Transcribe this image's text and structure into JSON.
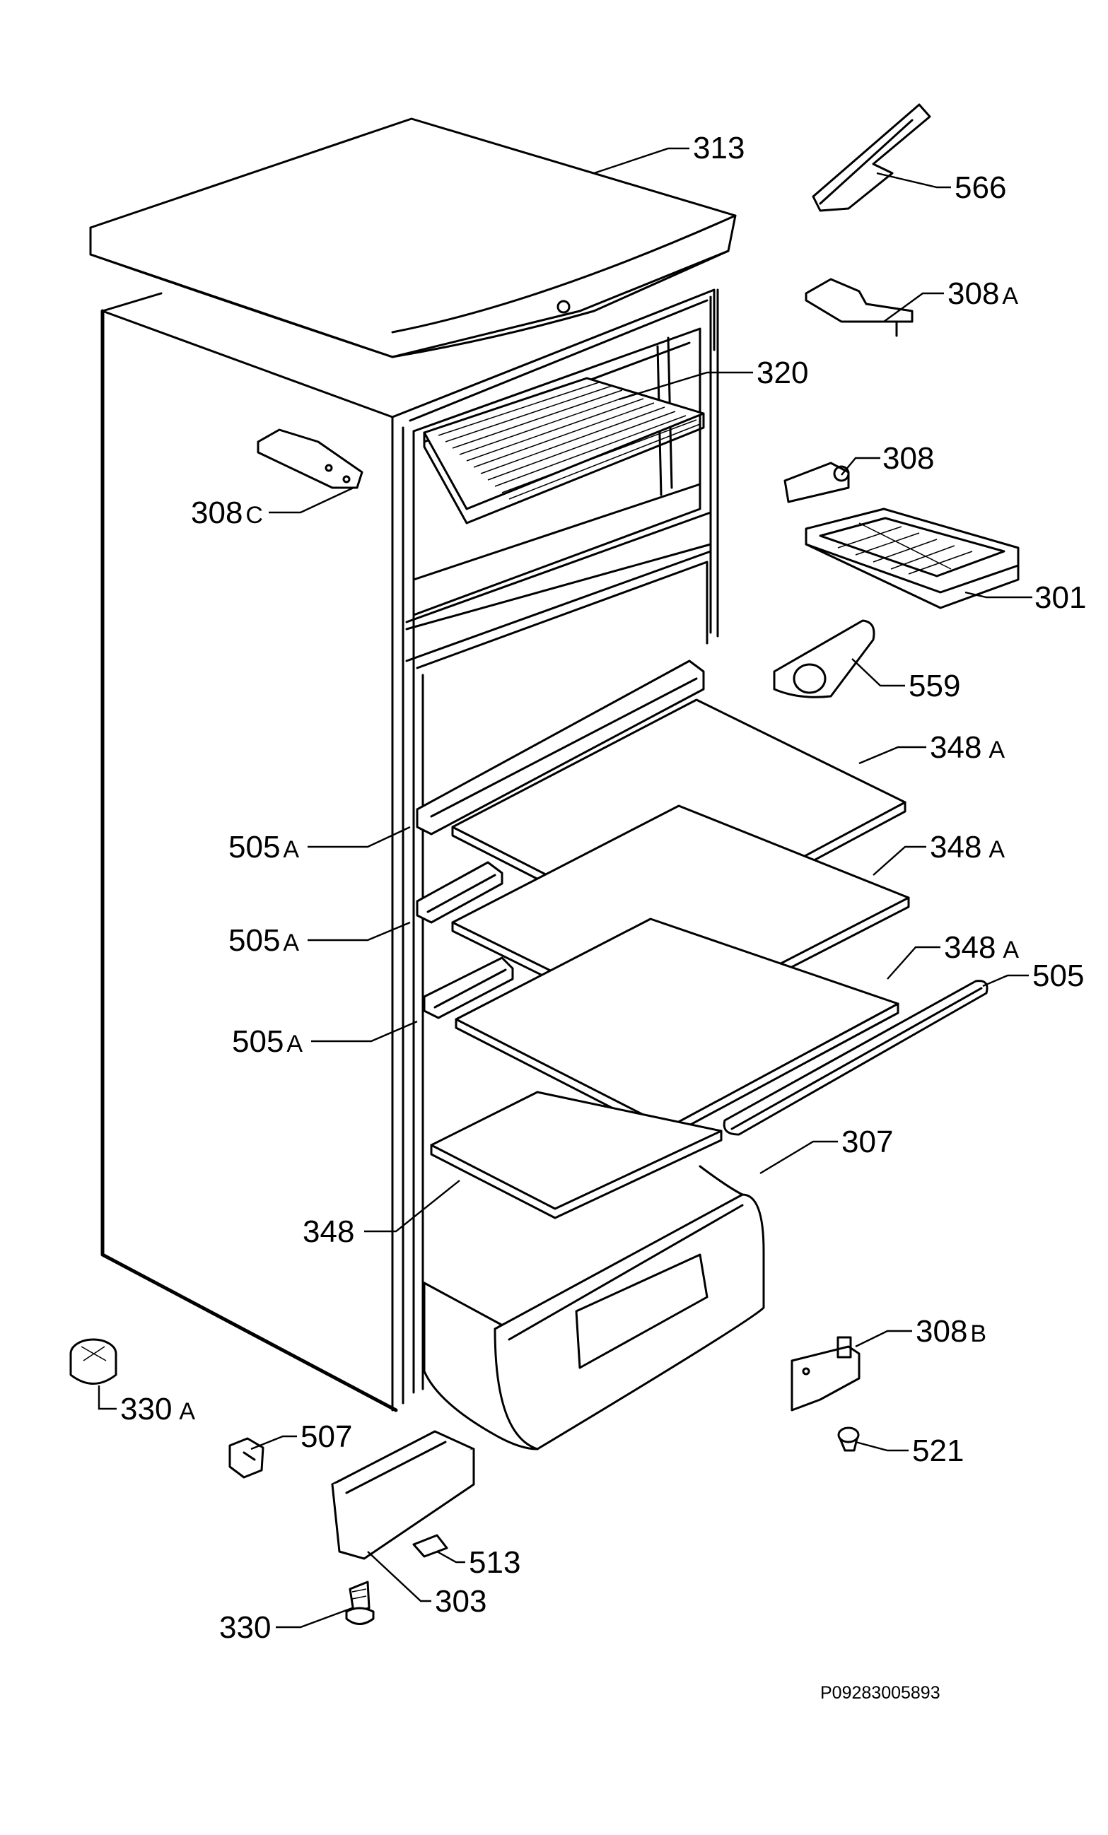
{
  "diagram": {
    "callouts": [
      {
        "id": "313",
        "text": "313",
        "suffix": ""
      },
      {
        "id": "566",
        "text": "566",
        "suffix": ""
      },
      {
        "id": "308A",
        "text": "308",
        "suffix": "A"
      },
      {
        "id": "320",
        "text": "320",
        "suffix": ""
      },
      {
        "id": "308C",
        "text": "308",
        "suffix": "C"
      },
      {
        "id": "308",
        "text": "308",
        "suffix": ""
      },
      {
        "id": "301",
        "text": "301",
        "suffix": ""
      },
      {
        "id": "559",
        "text": "559",
        "suffix": ""
      },
      {
        "id": "348A-1",
        "text": "348",
        "suffix": "A"
      },
      {
        "id": "505A-1",
        "text": "505",
        "suffix": "A"
      },
      {
        "id": "348A-2",
        "text": "348",
        "suffix": "A"
      },
      {
        "id": "505A-2",
        "text": "505",
        "suffix": "A"
      },
      {
        "id": "348A-3",
        "text": "348",
        "suffix": "A"
      },
      {
        "id": "505",
        "text": "505",
        "suffix": ""
      },
      {
        "id": "505A-3",
        "text": "505",
        "suffix": "A"
      },
      {
        "id": "307",
        "text": "307",
        "suffix": ""
      },
      {
        "id": "348",
        "text": "348",
        "suffix": ""
      },
      {
        "id": "308B",
        "text": "308",
        "suffix": "B"
      },
      {
        "id": "330A",
        "text": "330",
        "suffix": "A"
      },
      {
        "id": "507",
        "text": "507",
        "suffix": ""
      },
      {
        "id": "521",
        "text": "521",
        "suffix": ""
      },
      {
        "id": "513",
        "text": "513",
        "suffix": ""
      },
      {
        "id": "303",
        "text": "303",
        "suffix": ""
      },
      {
        "id": "330",
        "text": "330",
        "suffix": ""
      }
    ],
    "document_number": "P09283005893"
  }
}
